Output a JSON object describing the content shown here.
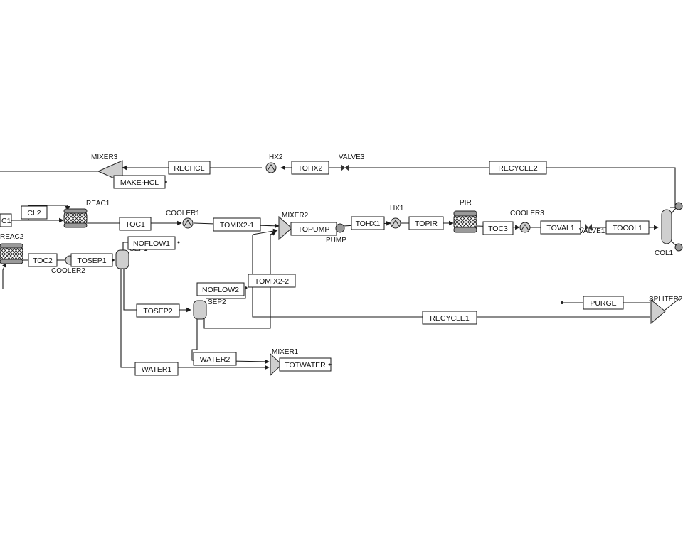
{
  "streams": {
    "rechcl": "RECHCL",
    "make_hcl": "MAKE-HCL",
    "tohx2": "TOHX2",
    "recycle2": "RECYCLE2",
    "c1": "C1",
    "cl2": "CL2",
    "toc1": "TOC1",
    "tomix2_1": "TOMIX2-1",
    "topump": "TOPUMP",
    "tohx1": "TOHX1",
    "topir": "TOPIR",
    "toc3": "TOC3",
    "toval1": "TOVAL1",
    "tocol1": "TOCOL1",
    "toc2": "TOC2",
    "tosep1": "TOSEP1",
    "noflow1": "NOFLOW1",
    "tomix2_2": "TOMIX2-2",
    "noflow2": "NOFLOW2",
    "tosep2": "TOSEP2",
    "recycle1": "RECYCLE1",
    "purge": "PURGE",
    "water2": "WATER2",
    "water1": "WATER1",
    "totwater": "TOTWATER"
  },
  "blocks": {
    "mixer3": "MIXER3",
    "hx2": "HX2",
    "valve3": "VALVE3",
    "reac1": "REAC1",
    "cooler1": "COOLER1",
    "mixer2": "MIXER2",
    "pump": "PUMP",
    "hx1": "HX1",
    "pir": "PIR",
    "cooler3": "COOLER3",
    "valve1": "VALVE1",
    "col1": "COL1",
    "reac2": "REAC2",
    "cooler2": "COOLER2",
    "sep1": "SEP1",
    "sep2": "SEP2",
    "spliter": "SPLITER2",
    "mixer1": "MIXER1"
  }
}
